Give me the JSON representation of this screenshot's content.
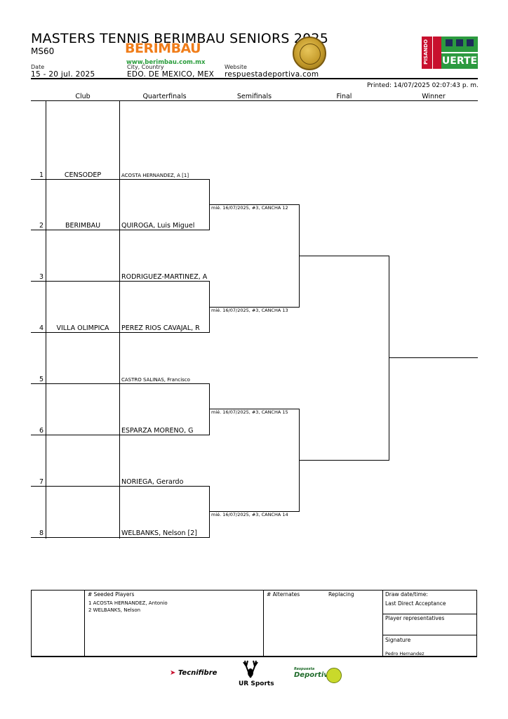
{
  "header": {
    "title": "MASTERS TENNIS BERIMBAU SENIORS 2025",
    "event": "MS60",
    "date_label": "Date",
    "date": "15 - 20 jul. 2025",
    "city_label": "City, Country",
    "city": "EDO. DE MEXICO, MEX",
    "website_label": "Website",
    "website": "respuestadeportiva.com",
    "printed": "Printed: 14/07/2025 02:07:43 p. m."
  },
  "logos": {
    "berimbau": "BERIMBAU",
    "berimbau_url": "www.berimbau.com.mx",
    "pisando_fuerte_left": "PISANDO",
    "pisando_fuerte_word": "UERTE",
    "colors": {
      "orange": "#f07d1a",
      "green": "#2c9a3f",
      "red": "#c8102e",
      "navy": "#1f2a5a",
      "gold": "#c49a2a"
    }
  },
  "columns": [
    "Club",
    "Quarterfinals",
    "Semifinals",
    "Final",
    "Winner"
  ],
  "draw": [
    {
      "num": "1",
      "club": "CENSODEP",
      "player": "ACOSTA HERNANDEZ, A [1]",
      "small": true
    },
    {
      "num": "2",
      "club": "BERIMBAU",
      "player": "QUIROGA, Luis Miguel",
      "small": false
    },
    {
      "num": "3",
      "club": "",
      "player": "RODRIGUEZ-MARTINEZ, A",
      "small": false
    },
    {
      "num": "4",
      "club": "VILLA OLIMPICA",
      "player": "PEREZ RIOS CAVAJAL, R",
      "small": false
    },
    {
      "num": "5",
      "club": "",
      "player": "CASTRO SALINAS, Francisco",
      "small": true
    },
    {
      "num": "6",
      "club": "",
      "player": "ESPARZA MORENO, G",
      "small": false
    },
    {
      "num": "7",
      "club": "",
      "player": "NORIEGA, Gerardo",
      "small": false
    },
    {
      "num": "8",
      "club": "",
      "player": "WELBANKS, Nelson [2]",
      "small": false
    }
  ],
  "matches": [
    "mié. 16/07/2025, #3, CANCHA 12",
    "mié. 16/07/2025, #3, CANCHA 13",
    "mié. 16/07/2025, #3, CANCHA 15",
    "mié. 16/07/2025, #3, CANCHA 14"
  ],
  "footer": {
    "seeded_header": "#   Seeded Players",
    "seeded": [
      "1   ACOSTA HERNANDEZ, Antonio",
      "2   WELBANKS, Nelson"
    ],
    "alternates": "# Alternates",
    "replacing": "Replacing",
    "draw_datetime": "Draw date/time:",
    "last_direct": "Last Direct Acceptance",
    "player_reps": "Player representatives",
    "signature": "Signature",
    "signer": "Pedro Hernandez"
  },
  "sponsors": {
    "tecnifibre": "Tecnifibre",
    "ursports": "UR Sports",
    "rd_top": "Respuesta",
    "rd_main": "Deportiva"
  }
}
